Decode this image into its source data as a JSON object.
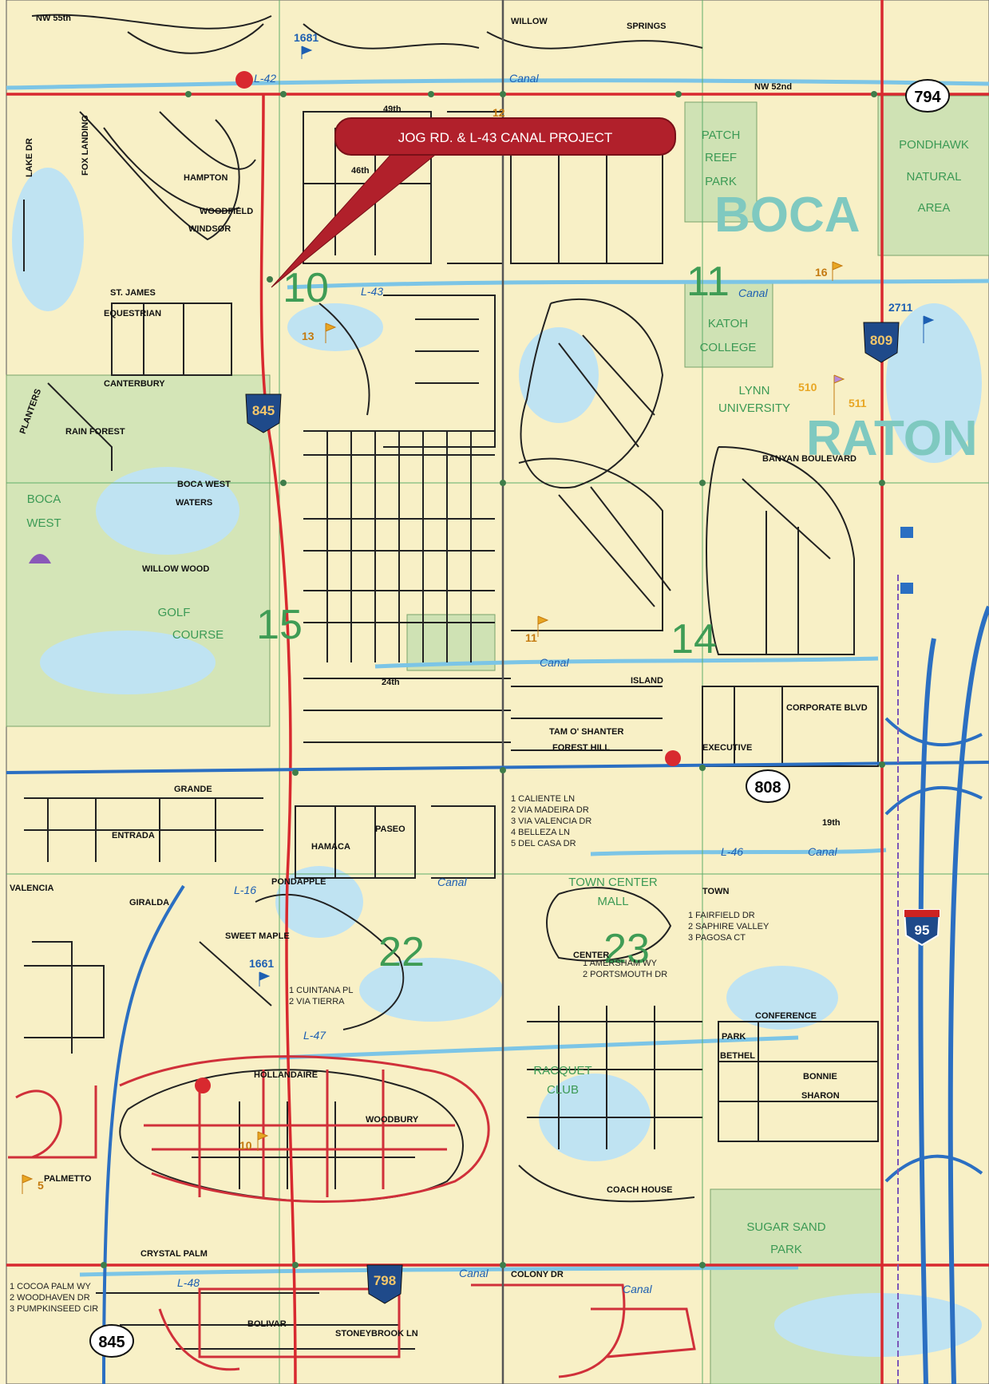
{
  "callout": "JOG RD. & L-43 CANAL PROJECT",
  "areas": {
    "boca": "BOCA",
    "raton": "RATON",
    "patch_reef_park": [
      "PATCH",
      "REEF",
      "PARK"
    ],
    "pondhawk": [
      "PONDHAWK",
      "NATURAL",
      "AREA"
    ],
    "katoh": [
      "KATOH",
      "COLLEGE"
    ],
    "lynn": [
      "LYNN",
      "UNIVERSITY"
    ],
    "boca_west": [
      "BOCA",
      "WEST"
    ],
    "golf_course": [
      "GOLF",
      "COURSE"
    ],
    "town_center": [
      "TOWN CENTER",
      "MALL"
    ],
    "racquet_club": [
      "RACQUET",
      "CLUB"
    ],
    "sugar_sand": [
      "SUGAR SAND",
      "PARK"
    ]
  },
  "grid_numbers": [
    "10",
    "11",
    "14",
    "15",
    "22",
    "23"
  ],
  "route_shields": {
    "r794": "794",
    "r808": "808",
    "r845_top": "845",
    "r845_bottom": "845",
    "r809": "809",
    "r798": "798",
    "i95": "95"
  },
  "canal_labels": {
    "l42": "L-42",
    "l43": "L-43",
    "l46": "L-46",
    "l16": "L-16",
    "l47": "L-47",
    "l48": "L-48",
    "canal": "Canal"
  },
  "markers": {
    "m1681": "1681",
    "m2711": "2711",
    "m1661": "1661",
    "f12": "12",
    "f13": "13",
    "f16": "16",
    "f510": "510",
    "f511": "511",
    "f11": "11",
    "f10": "10",
    "f5": "5"
  },
  "street_lists": {
    "list_a": [
      "1 CALIENTE LN",
      "2 VIA MADEIRA DR",
      "3 VIA VALENCIA DR",
      "4 BELLEZA LN",
      "5 DEL CASA DR"
    ],
    "list_b": [
      "1 FAIRFIELD DR",
      "2 SAPHIRE VALLEY",
      "3 PAGOSA CT"
    ],
    "list_c": [
      "1 AMERSHAM WY",
      "2 PORTSMOUTH DR"
    ],
    "list_d": [
      "1 CUINTANA PL",
      "2 VIA TIERRA"
    ],
    "list_e": [
      "1 COCOA PALM WY",
      "2 WOODHAVEN DR",
      "3 PUMPKINSEED CIR"
    ]
  },
  "streets": {
    "nw55th": "NW 55th",
    "willow": "WILLOW",
    "springs": "SPRINGS",
    "nw52nd": "NW 52nd",
    "st49": "49th",
    "st45": "46th",
    "hampton": "HAMPTON",
    "woodfield": "WOODFIELD",
    "windsor": "WINDSOR",
    "st_james": "ST. JAMES",
    "equestrian": "EQUESTRIAN",
    "canterbury": "CANTERBURY",
    "boca_west_dr": "BOCA WEST",
    "waters": "WATERS",
    "willow_wood": "WILLOW WOOD",
    "banyan": "BANYAN BOULEVARD",
    "corporate": "CORPORATE BLVD",
    "executive": "EXECUTIVE",
    "grande": "GRANDE",
    "entrada": "ENTRADA",
    "hamaca": "HAMACA",
    "paseo": "PASEO",
    "pondapple": "PONDAPPLE",
    "giralda": "GIRALDA",
    "valencia": "VALENCIA",
    "sweet_maple": "SWEET MAPLE",
    "hollandaire": "HOLLANDAIRE",
    "woodbury": "WOODBURY",
    "palmetto": "PALMETTO",
    "crystal_palm": "CRYSTAL PALM",
    "colony": "COLONY DR",
    "stoneybrook": "STONEYBROOK LN",
    "bolivar": "BOLIVAR",
    "conference": "CONFERENCE",
    "bethel": "BETHEL",
    "bonnie": "BONNIE",
    "sharon": "SHARON",
    "park": "PARK",
    "coach_house": "COACH HOUSE",
    "forest_hill": "FOREST HILL",
    "tam": "TAM O' SHANTER",
    "island": "ISLAND",
    "nw24th": "24th",
    "nw19th": "19th",
    "town": "TOWN",
    "center": "CENTER",
    "rain_forest": "RAIN FOREST",
    "planters": "PLANTERS",
    "lake_dr": "LAKE DR",
    "fox": "FOX LANDING"
  }
}
